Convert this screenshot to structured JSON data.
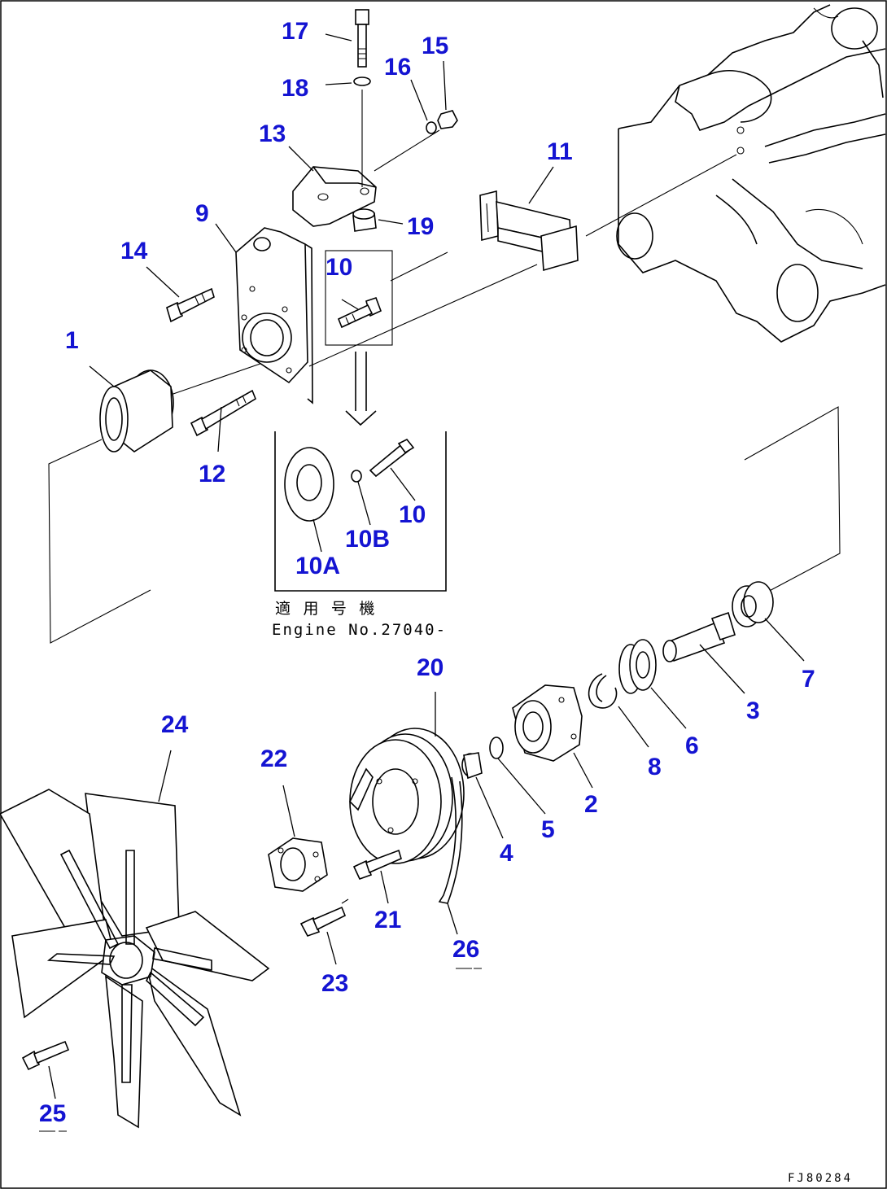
{
  "callouts": {
    "c1": "1",
    "c2": "2",
    "c3": "3",
    "c4": "4",
    "c5": "5",
    "c6": "6",
    "c7": "7",
    "c8": "8",
    "c9": "9",
    "c10": "10",
    "c10b": "10",
    "c10A": "10A",
    "c10B": "10B",
    "c11": "11",
    "c12": "12",
    "c13": "13",
    "c14": "14",
    "c15": "15",
    "c16": "16",
    "c17": "17",
    "c18": "18",
    "c19": "19",
    "c20": "20",
    "c21": "21",
    "c22": "22",
    "c23": "23",
    "c24": "24",
    "c25": "25",
    "c26": "26"
  },
  "inset_note": {
    "line1": "適 用 号 機",
    "line2": "Engine No.27040-"
  },
  "drawing_code": "FJ80284",
  "colors": {
    "callout": "#1414d2",
    "lines": "#000000",
    "background": "#ffffff"
  }
}
